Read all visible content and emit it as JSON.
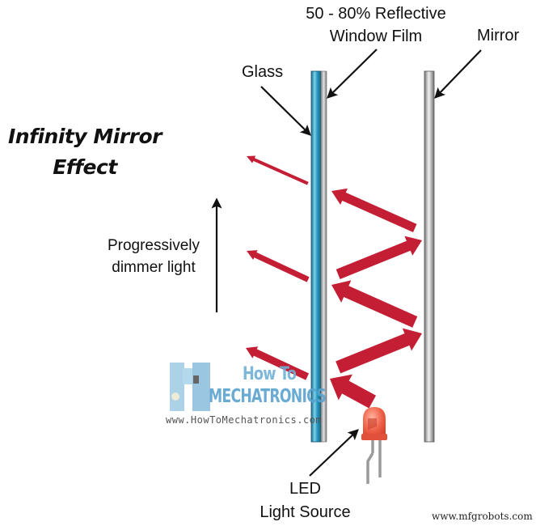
{
  "title": {
    "line1": "Infinity Mirror",
    "line2": "Effect"
  },
  "labels": {
    "film_line1": "50 - 80% Reflective",
    "film_line2": "Window Film",
    "mirror": "Mirror",
    "glass": "Glass",
    "dimmer_line1": "Progressively",
    "dimmer_line2": "dimmer light",
    "led_line1": "LED",
    "led_line2": "Light Source"
  },
  "watermark": {
    "line1": "How To",
    "line2": "MECHATRONICS",
    "url": "www.HowToMechatronics.com"
  },
  "credit": "www.mfgrobots.com",
  "colors": {
    "light_arrow": "#c41e34",
    "glass": "#2a93b8",
    "film": "#a9a9ab",
    "mirror": "#b9b9bb",
    "led": "#ee5b45",
    "text": "#111111"
  }
}
